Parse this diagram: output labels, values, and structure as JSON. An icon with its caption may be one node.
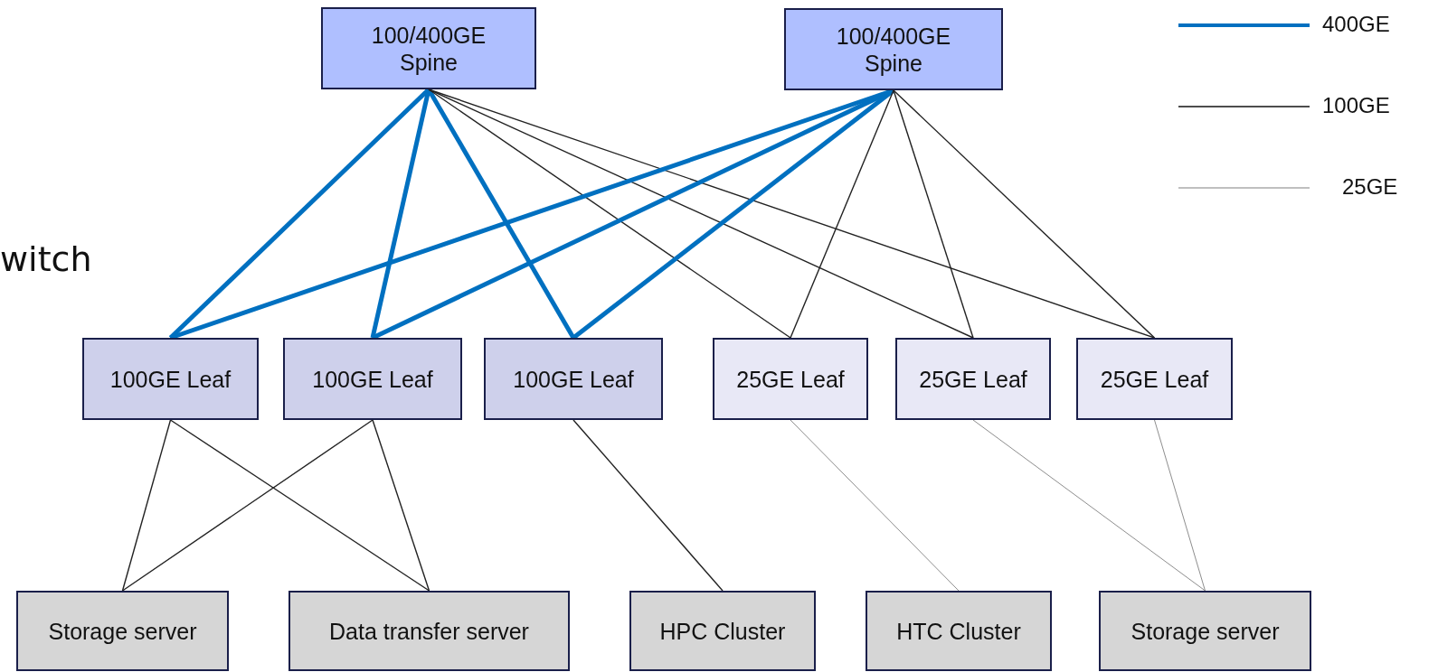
{
  "diagram": {
    "nodes": [
      {
        "text": [
          "100/400GE Spine"
        ]
      },
      {
        "text": [
          "100/400GE Spine"
        ]
      },
      {
        "text": [
          "100GE Leaf"
        ]
      },
      {
        "text": [
          "100GE Leaf"
        ]
      },
      {
        "text": [
          "100GE Leaf"
        ]
      },
      {
        "text": [
          "25GE Leaf"
        ]
      },
      {
        "text": [
          "25GE Leaf"
        ]
      },
      {
        "text": [
          "25GE Leaf"
        ]
      },
      {
        "text": [
          "Storage server"
        ]
      },
      {
        "text": [
          "Data transfer server"
        ]
      },
      {
        "text": [
          "HPC Cluster"
        ]
      },
      {
        "text": [
          "HTC Cluster"
        ]
      },
      {
        "text": [
          "Storage server"
        ]
      }
    ],
    "edges": [
      {
        "from": 0,
        "to": 2,
        "arrow": "none",
        "style": "thick",
        "color": "#0070c0"
      },
      {
        "from": 0,
        "to": 3,
        "arrow": "none",
        "style": "thick",
        "color": "#0070c0"
      },
      {
        "from": 0,
        "to": 4,
        "arrow": "none",
        "style": "thick",
        "color": "#0070c0"
      },
      {
        "from": 0,
        "to": 5,
        "arrow": "none"
      },
      {
        "from": 0,
        "to": 6,
        "arrow": "none"
      },
      {
        "from": 0,
        "to": 7,
        "arrow": "none"
      },
      {
        "from": 1,
        "to": 2,
        "arrow": "none",
        "style": "thick",
        "color": "#0070c0"
      },
      {
        "from": 1,
        "to": 3,
        "arrow": "none",
        "style": "thick",
        "color": "#0070c0"
      },
      {
        "from": 1,
        "to": 4,
        "arrow": "none",
        "style": "thick",
        "color": "#0070c0"
      },
      {
        "from": 1,
        "to": 5,
        "arrow": "none"
      },
      {
        "from": 1,
        "to": 6,
        "arrow": "none"
      },
      {
        "from": 1,
        "to": 7,
        "arrow": "none"
      },
      {
        "from": 2,
        "to": 8,
        "arrow": "none"
      },
      {
        "from": 2,
        "to": 9,
        "arrow": "none"
      },
      {
        "from": 3,
        "to": 8,
        "arrow": "none"
      },
      {
        "from": 3,
        "to": 9,
        "arrow": "none"
      },
      {
        "from": 4,
        "to": 10,
        "arrow": "none"
      },
      {
        "from": 5,
        "to": 11,
        "arrow": "none",
        "color": "#808080"
      },
      {
        "from": 6,
        "to": 12,
        "arrow": "none",
        "color": "#808080"
      },
      {
        "from": 7,
        "to": 12,
        "arrow": "none",
        "color": "#808080"
      }
    ],
    "labels": [
      "witch"
    ],
    "legend": [
      {
        "text": "400GE"
      },
      {
        "text": "100GE"
      },
      {
        "text": "25GE"
      }
    ]
  }
}
